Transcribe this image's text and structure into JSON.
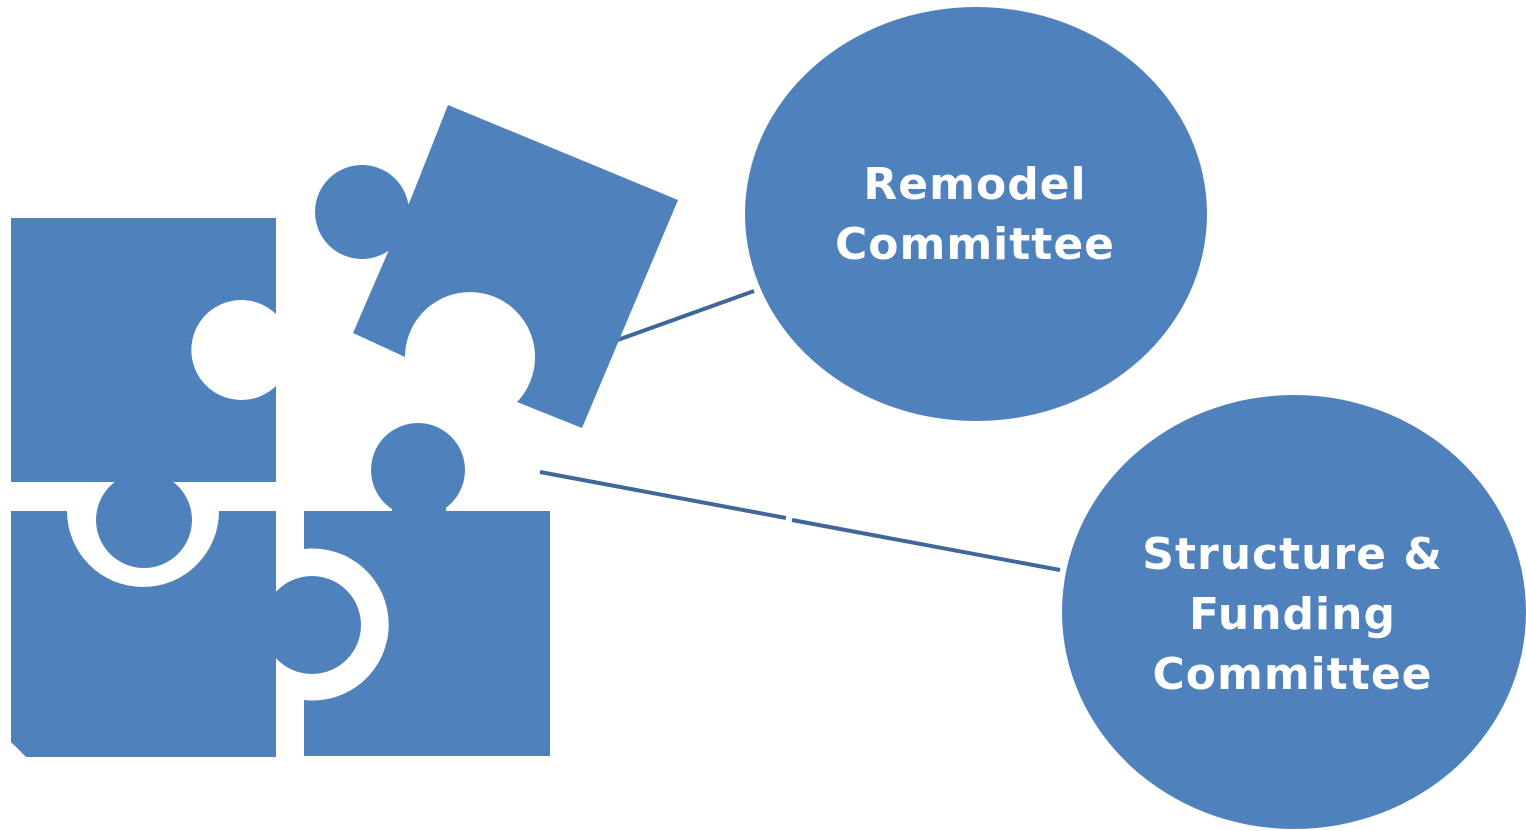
{
  "colors": {
    "piece_fill": "#4f81bd",
    "connector_line": "#3f679a",
    "label_text": "#ffffff",
    "background": "#ffffff"
  },
  "nodes": [
    {
      "id": "remodel",
      "lines": [
        "Remodel",
        "Committee"
      ]
    },
    {
      "id": "structure",
      "lines": [
        "Structure &",
        "Funding",
        "Committee"
      ]
    }
  ]
}
